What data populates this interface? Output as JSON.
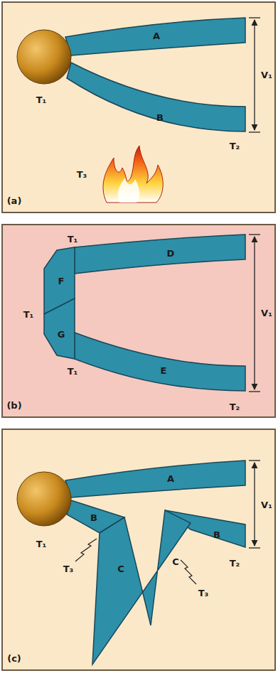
{
  "diagram": {
    "labels": [
      "A",
      "B",
      "V₁",
      "T₁",
      "T₂",
      "T₃",
      "(a)",
      "T₁",
      "D",
      "T₁",
      "F",
      "G",
      "T₁",
      "E",
      "V₁",
      "T₂",
      "(b)",
      "A",
      "B",
      "C",
      "C",
      "B",
      "V₁",
      "T₁",
      "T₃",
      "T₃",
      "T₂",
      "(c)"
    ]
  }
}
